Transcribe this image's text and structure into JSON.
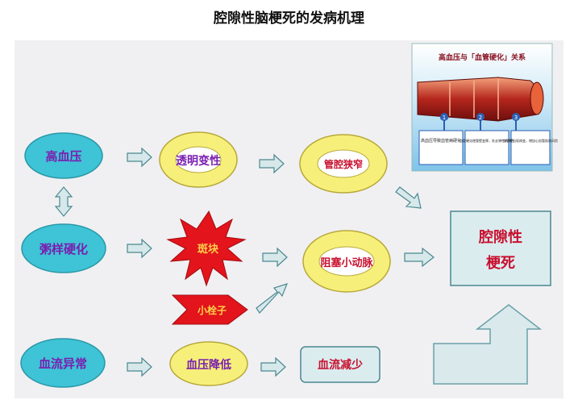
{
  "title": "腔隙性脑梗死的发病机理",
  "nodes": {
    "hypertension": "高血压",
    "atherosclerosis": "粥样硬化",
    "blood_flow_abnormal": "血流异常",
    "hyaline": "透明变性",
    "plaque": "斑块",
    "small_embolus": "小栓子",
    "bp_drop": "血压降低",
    "lumen_narrow": "管腔狭窄",
    "occlude_arteriole": "阻塞小动脉",
    "flow_reduce": "血流减少",
    "result": [
      "腔隙性",
      "梗死"
    ]
  },
  "inset": {
    "heading": "高血压与「血管硬化」关系",
    "markers": [
      "1",
      "2",
      "3"
    ],
    "captions": [
      "高血压导致血管病硬化",
      "血管硬化使管壁变厚，失去弹性的弹性",
      "血管壁出现病变，增加心血管疾病风险"
    ]
  },
  "colors": {
    "cyan": "#3fc3d6",
    "yellow": "#f6f07a",
    "red": "#e3141b",
    "label_purple": "#7a1eb0",
    "label_red": "#c8102e",
    "arrow_fill": "#d7e8ea",
    "arrow_stroke": "#4a8890",
    "result_box": "#dbecef",
    "big_arrow": "#d9e9ec"
  }
}
